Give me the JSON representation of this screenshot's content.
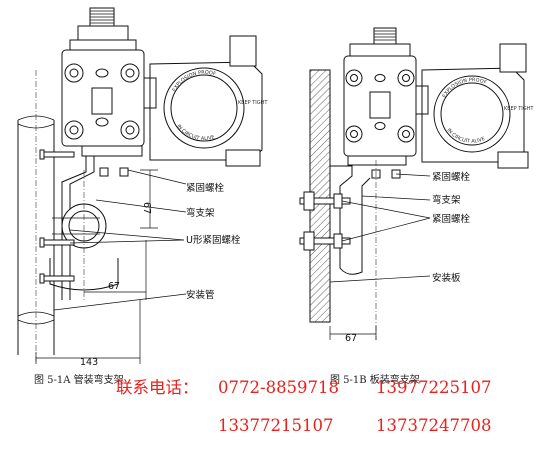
{
  "figure_a": {
    "labels": {
      "bolts_top": "紧固螺栓",
      "bracket": "弯支架",
      "u_bolts": "U形紧固螺栓",
      "pipe": "安装管"
    },
    "dims": {
      "h": "67",
      "w": "67",
      "total": "143"
    },
    "caption": "图 5-1A 管装弯支架",
    "gauge": {
      "top": "EXPLOSION PROOF",
      "bottom": "IN CIRCUIT ALIVE",
      "right": "KEEP TIGHT"
    }
  },
  "figure_b": {
    "labels": {
      "bolts_top": "紧固螺栓",
      "bracket": "弯支架",
      "bolts_bottom": "紧固螺栓",
      "plate": "安装板"
    },
    "dims": {
      "w": "67"
    },
    "caption": "图 5-1B 板装弯支架",
    "gauge": {
      "top": "EXPLOSION PROOF",
      "bottom": "IN CIRCUIT ALIVE",
      "right": "KEEP TIGHT"
    }
  },
  "contact": {
    "prefix": "联系电话：",
    "phone1": "0772-8859718",
    "phone2": "13977225107",
    "phone3": "13377215107",
    "phone4": "13737247708"
  }
}
